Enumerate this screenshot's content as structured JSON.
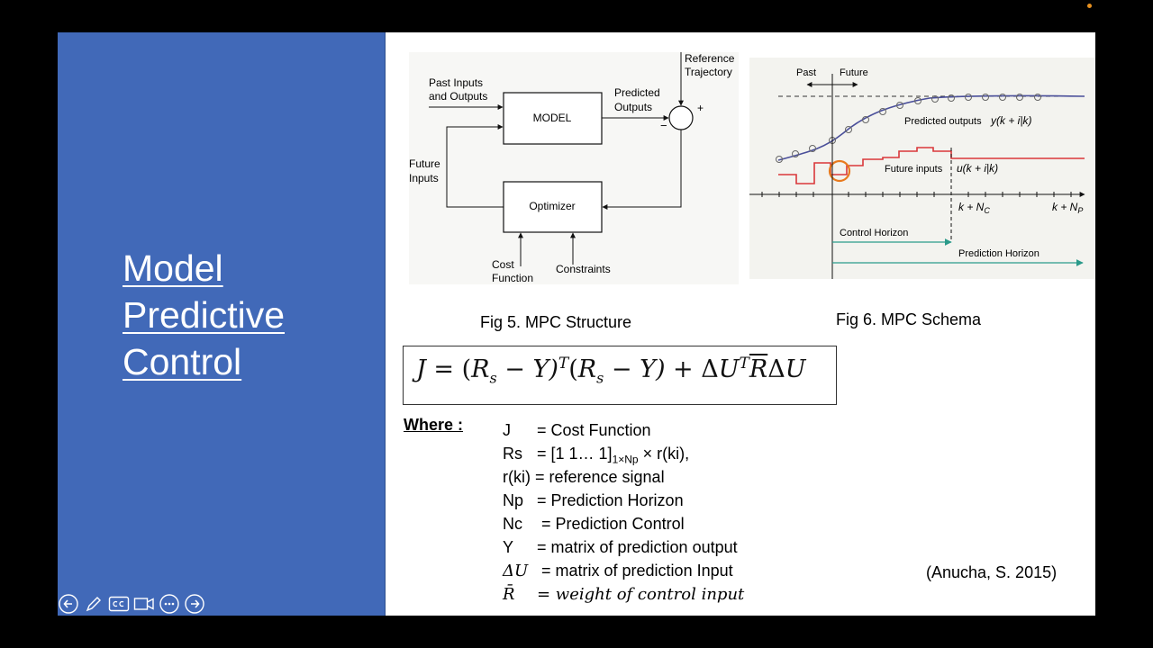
{
  "title_lines": [
    "Model",
    "Predictive",
    "Control"
  ],
  "fig5": {
    "caption": "Fig 5. MPC Structure",
    "labels": {
      "past_line1": "Past Inputs",
      "past_line2": "and Outputs",
      "model": "MODEL",
      "predicted_line1": "Predicted",
      "predicted_line2": "Outputs",
      "reference_line1": "Reference",
      "reference_line2": "Trajectory",
      "plus": "+",
      "minus": "−",
      "future_line1": "Future",
      "future_line2": "Inputs",
      "optimizer": "Optimizer",
      "cost_line1": "Cost",
      "cost_line2": "Function",
      "constraints": "Constraints"
    }
  },
  "fig6": {
    "caption": "Fig 6. MPC Schema",
    "labels": {
      "past": "Past",
      "future": "Future",
      "predicted_outputs": "Predicted outputs",
      "predicted_math": "y(k + i|k)",
      "future_inputs": "Future inputs",
      "future_math": "u(k + i|k)",
      "k_nc": "k + N",
      "k_nc_sub": "C",
      "k_np": "k + N",
      "k_np_sub": "P",
      "control_horizon": "Control Horizon",
      "prediction_horizon": "Prediction Horizon"
    },
    "colors": {
      "output": "#4a4f9a",
      "input": "#d9383a",
      "horizon": "#2a9a8a",
      "highlight": "#e87a1e"
    }
  },
  "formula": {
    "lhs": "J",
    "eq": " = (",
    "rs1": "R",
    "s1": "s",
    "m1": " − Y)",
    "t1": "T",
    "open2": "(",
    "rs2": "R",
    "s2": "s",
    "m2": " − Y) + ",
    "delta1": "Δ",
    "u1": "U",
    "t2": "T",
    "rbar": "R",
    "delta2": "Δ",
    "u2": "U"
  },
  "where_label": "Where :",
  "definitions": {
    "j_sym": "J",
    "j_text": "= Cost Function",
    "rs_sym": "Rs",
    "rs_text_a": "= [1 1… 1]",
    "rs_sub": "1×Np",
    "rs_text_b": " × r(ki),",
    "rki_text": "r(ki) = reference signal",
    "np_sym": "Np",
    "np_text": "= Prediction Horizon",
    "nc_sym": "Nc",
    "nc_text": " = Prediction Control",
    "y_sym": "Y",
    "y_text": "= matrix of prediction output",
    "du_sym": "ΔU",
    "du_text": " = matrix of prediction Input",
    "rbar_sym": "R̄",
    "rbar_text": "= weight of control input"
  },
  "citation": "(Anucha, S. 2015)"
}
